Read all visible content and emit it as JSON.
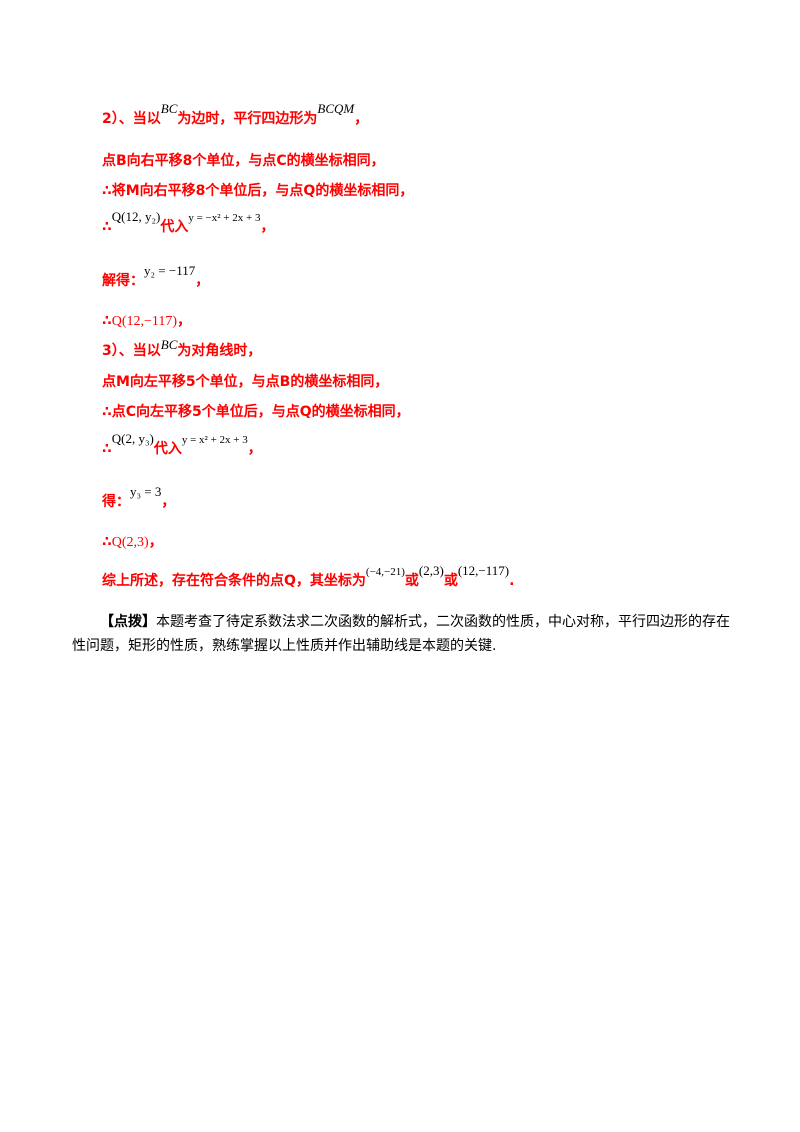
{
  "lines": {
    "l1_a": "2）、当以",
    "l1_m1": "BC",
    "l1_b": "为边时，平行四边形为",
    "l1_m2": "BCQM",
    "l1_c": "，",
    "l2": "点B向右平移8个单位，与点C的横坐标相同，",
    "l3": "∴将M向右平移8个单位后，与点Q的横坐标相同，",
    "l4_a": "∴",
    "l4_m1": "Q(12, y₂)",
    "l4_b": "代入",
    "l4_m2": "y = −x² + 2x + 3",
    "l4_c": "，",
    "l5_a": "解得：",
    "l5_m": "y₂ = −117",
    "l5_b": "，",
    "l6_a": "∴",
    "l6_m": "Q(12,−117)",
    "l6_b": "，",
    "l7_a": "3）、当以",
    "l7_m": "BC",
    "l7_b": "为对角线时，",
    "l8": "点M向左平移5个单位，与点B的横坐标相同，",
    "l9": "∴点C向左平移5个单位后，与点Q的横坐标相同，",
    "l10_a": "∴",
    "l10_m1": "Q(2, y₃)",
    "l10_b": "代入",
    "l10_m2": "y = x² + 2x + 3",
    "l10_c": "，",
    "l11_a": "得：",
    "l11_m": "y₃ = 3",
    "l11_b": "，",
    "l12_a": "∴",
    "l12_m": "Q(2,3)",
    "l12_b": "，",
    "l13_a": "综上所述，存在符合条件的点Q，其坐标为",
    "l13_m1": "(−4,−21)",
    "l13_b": "或",
    "l13_m2": "(2,3)",
    "l13_c": "或",
    "l13_m3": "(12,−117)",
    "l13_d": "."
  },
  "summary": {
    "label": "【点拨】",
    "text": "本题考查了待定系数法求二次函数的解析式，二次函数的性质，中心对称，平行四边形的存在性问题，矩形的性质，熟练掌握以上性质并作出辅助线是本题的关键."
  },
  "colors": {
    "answer": "#ff0000",
    "text": "#000000"
  }
}
